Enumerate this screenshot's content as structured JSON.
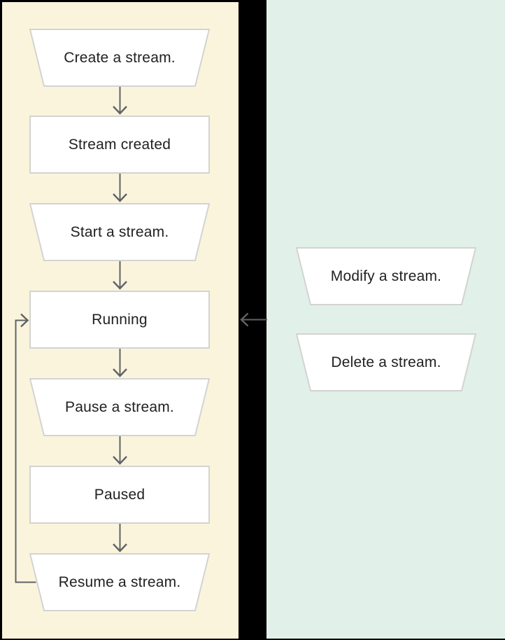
{
  "theme": {
    "page_background": "#000000",
    "lifecycle_panel_bg": "#FBF4DC",
    "actions_panel_bg": "#E1F0E9",
    "node_fill": "#FFFFFF",
    "node_border": "#D2D4D2",
    "connector_color": "#5F6368",
    "text_color": "#212121"
  },
  "lifecycle_flow": {
    "nodes": [
      {
        "id": "create",
        "shape": "trapezoid",
        "label": "Create a stream."
      },
      {
        "id": "stream-created",
        "shape": "rectangle",
        "label": "Stream created"
      },
      {
        "id": "start",
        "shape": "trapezoid",
        "label": "Start a stream."
      },
      {
        "id": "running",
        "shape": "rectangle",
        "label": "Running"
      },
      {
        "id": "pause",
        "shape": "trapezoid",
        "label": "Pause a stream."
      },
      {
        "id": "paused",
        "shape": "rectangle",
        "label": "Paused"
      },
      {
        "id": "resume",
        "shape": "trapezoid",
        "label": "Resume a stream."
      }
    ],
    "edges": [
      {
        "from": "create",
        "to": "stream-created"
      },
      {
        "from": "stream-created",
        "to": "start"
      },
      {
        "from": "start",
        "to": "running"
      },
      {
        "from": "running",
        "to": "pause"
      },
      {
        "from": "pause",
        "to": "paused"
      },
      {
        "from": "paused",
        "to": "resume"
      },
      {
        "from": "resume",
        "to": "running"
      },
      {
        "from": "actions-panel",
        "to": "running"
      }
    ]
  },
  "actions": {
    "nodes": [
      {
        "id": "modify",
        "shape": "trapezoid",
        "label": "Modify a stream."
      },
      {
        "id": "delete",
        "shape": "trapezoid",
        "label": "Delete a stream."
      }
    ]
  }
}
